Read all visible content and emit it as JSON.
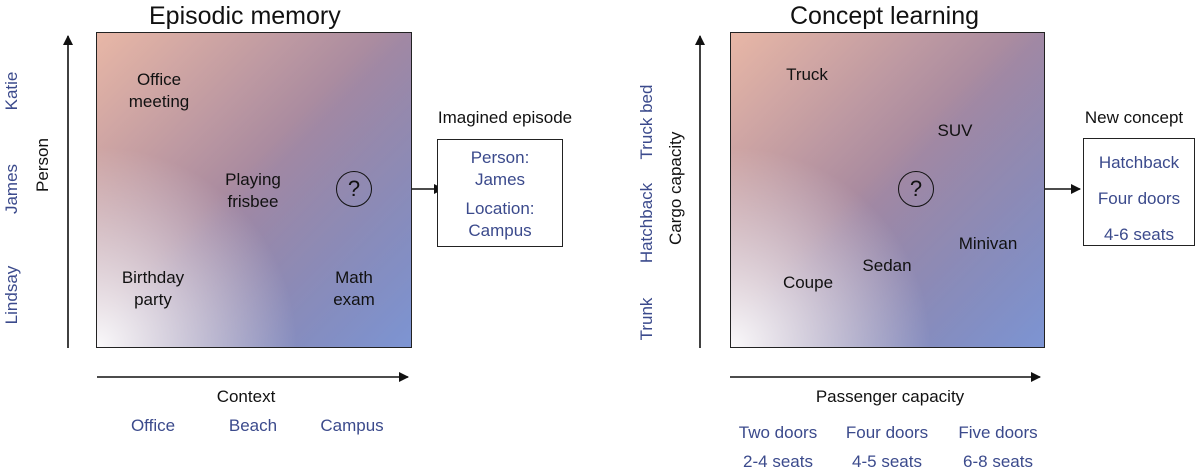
{
  "left": {
    "title": "Episodic memory",
    "y_axis_label": "Person",
    "x_axis_label": "Context",
    "y_ticks": [
      "Lindsay",
      "James",
      "Katie"
    ],
    "x_ticks": [
      "Office",
      "Beach",
      "Campus"
    ],
    "items": {
      "office_meeting": [
        "Office",
        "meeting"
      ],
      "playing_frisbee": [
        "Playing",
        "frisbee"
      ],
      "birthday_party": [
        "Birthday",
        "party"
      ],
      "math_exam": [
        "Math",
        "exam"
      ]
    },
    "query": "?",
    "output_title": "Imagined episode",
    "output_lines": [
      "Person:",
      "James",
      "Location:",
      "Campus"
    ]
  },
  "right": {
    "title": "Concept learning",
    "y_axis_label": "Cargo capacity",
    "x_axis_label": "Passenger capacity",
    "y_ticks": [
      "Trunk",
      "Hatchback",
      "Truck bed"
    ],
    "x_ticks": [
      [
        "Two doors",
        "2-4 seats"
      ],
      [
        "Four doors",
        "4-5 seats"
      ],
      [
        "Five doors",
        "6-8 seats"
      ]
    ],
    "items": {
      "truck": "Truck",
      "suv": "SUV",
      "minivan": "Minivan",
      "sedan": "Sedan",
      "coupe": "Coupe"
    },
    "query": "?",
    "output_title": "New concept",
    "output_lines": [
      "Hatchback",
      "Four doors",
      "4-6 seats"
    ]
  },
  "colors": {
    "tick_blue": "#3b4a8c",
    "gradient_warm": "#e8b7a6",
    "gradient_purple": "#8c7896",
    "gradient_blue": "#7c96d6"
  }
}
